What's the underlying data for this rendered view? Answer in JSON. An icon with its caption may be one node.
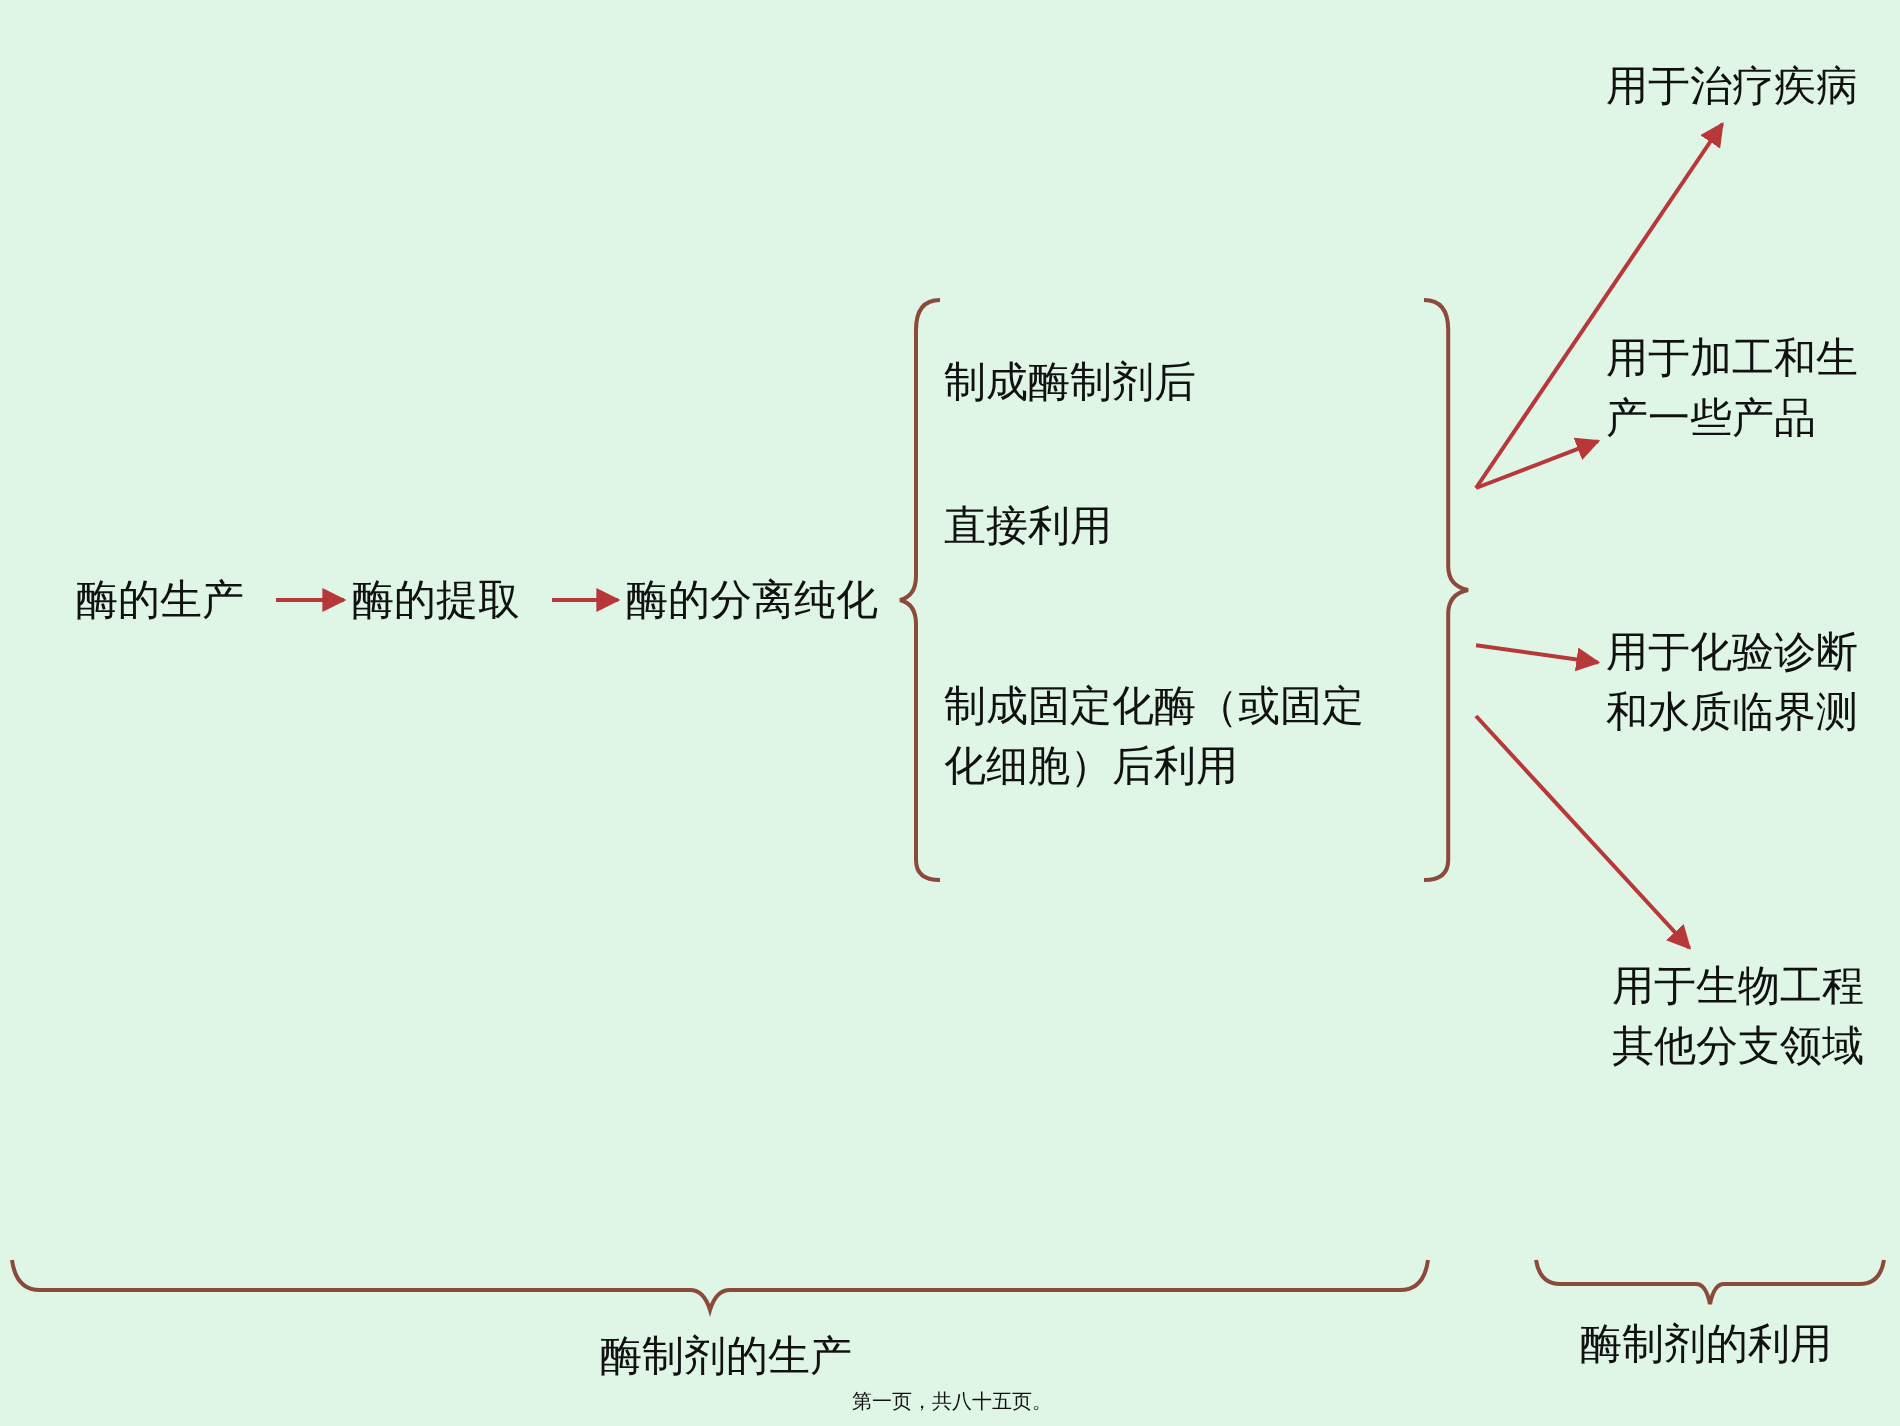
{
  "diagram": {
    "nodes": [
      {
        "text": [
          "酶的生产"
        ]
      },
      {
        "text": [
          "酶的提取"
        ]
      },
      {
        "text": [
          "酶的分离纯化"
        ]
      },
      {
        "text": [
          "制成酶制剂后"
        ]
      },
      {
        "text": [
          "直接利用"
        ]
      },
      {
        "text": [
          "制成固定化酶（或固定化细胞）后利用"
        ]
      },
      {
        "text": [],
        "shape": "brace"
      },
      {
        "text": [
          "用于治疗疾病"
        ]
      },
      {
        "text": [
          "用于加工和生产一些产品"
        ]
      },
      {
        "text": [
          "用于化验诊断和水质临界测"
        ]
      },
      {
        "text": [
          "用于生物工程其他分支领域"
        ]
      }
    ],
    "edges": [
      {
        "from": 0,
        "to": 1,
        "arrow": "to"
      },
      {
        "from": 1,
        "to": 2,
        "arrow": "to"
      },
      {
        "from": 6,
        "to": 7,
        "arrow": "to"
      },
      {
        "from": 6,
        "to": 8,
        "arrow": "to"
      },
      {
        "from": 6,
        "to": 9,
        "arrow": "to"
      },
      {
        "from": 6,
        "to": 10,
        "arrow": "to"
      }
    ],
    "labels": [
      "酶制剂的生产",
      "酶制剂的利用",
      "第一页，共八十五页。"
    ]
  }
}
